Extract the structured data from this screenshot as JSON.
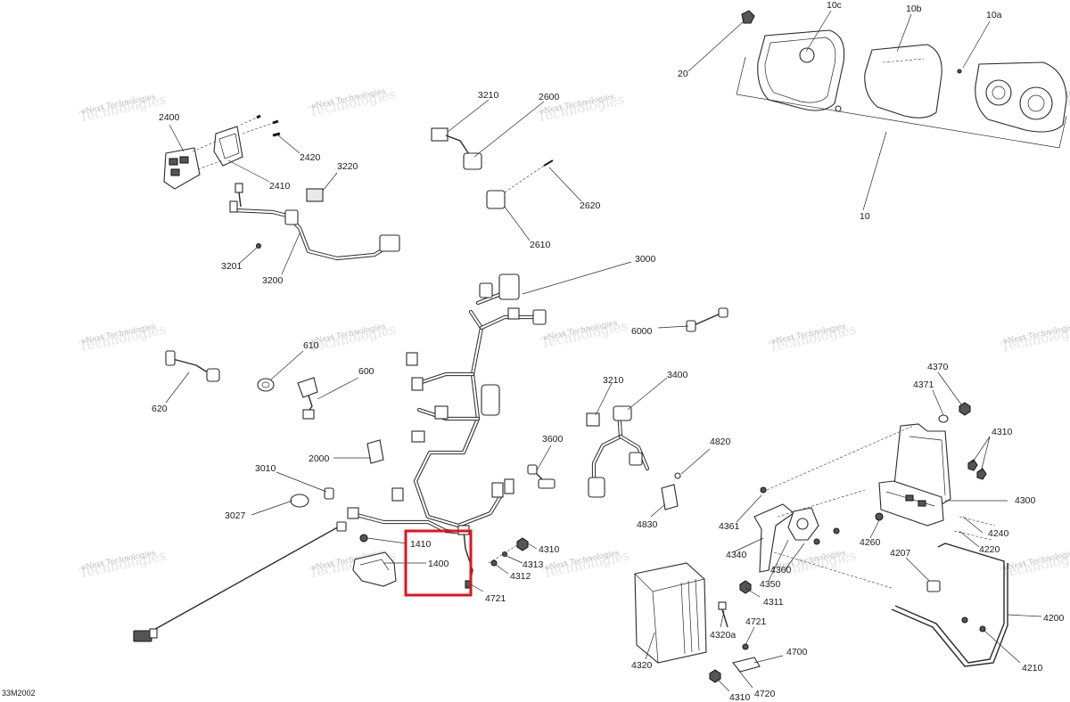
{
  "figure_code": "33M2002",
  "highlight_color": "#e0141e",
  "watermark": {
    "line1": "vNext Technologies",
    "line2": "Technologies"
  },
  "callouts": [
    {
      "id": "10c",
      "text": "10c"
    },
    {
      "id": "10b",
      "text": "10b"
    },
    {
      "id": "10a",
      "text": "10a"
    },
    {
      "id": "20",
      "text": "20"
    },
    {
      "id": "10",
      "text": "10"
    },
    {
      "id": "2400",
      "text": "2400"
    },
    {
      "id": "2420",
      "text": "2420"
    },
    {
      "id": "2410",
      "text": "2410"
    },
    {
      "id": "3220",
      "text": "3220"
    },
    {
      "id": "3201",
      "text": "3201"
    },
    {
      "id": "3200",
      "text": "3200"
    },
    {
      "id": "3210a",
      "text": "3210"
    },
    {
      "id": "2600",
      "text": "2600"
    },
    {
      "id": "2620",
      "text": "2620"
    },
    {
      "id": "2610",
      "text": "2610"
    },
    {
      "id": "3000",
      "text": "3000"
    },
    {
      "id": "6000",
      "text": "6000"
    },
    {
      "id": "610",
      "text": "610"
    },
    {
      "id": "600",
      "text": "600"
    },
    {
      "id": "620",
      "text": "620"
    },
    {
      "id": "3210b",
      "text": "3210"
    },
    {
      "id": "3400",
      "text": "3400"
    },
    {
      "id": "4370",
      "text": "4370"
    },
    {
      "id": "4371",
      "text": "4371"
    },
    {
      "id": "4310a",
      "text": "4310"
    },
    {
      "id": "2000",
      "text": "2000"
    },
    {
      "id": "3600",
      "text": "3600"
    },
    {
      "id": "4820",
      "text": "4820"
    },
    {
      "id": "3010",
      "text": "3010"
    },
    {
      "id": "4300",
      "text": "4300"
    },
    {
      "id": "3027",
      "text": "3027"
    },
    {
      "id": "4830",
      "text": "4830"
    },
    {
      "id": "4361",
      "text": "4361"
    },
    {
      "id": "4240",
      "text": "4240"
    },
    {
      "id": "4260",
      "text": "4260"
    },
    {
      "id": "4220",
      "text": "4220"
    },
    {
      "id": "1410",
      "text": "1410"
    },
    {
      "id": "4310b",
      "text": "4310"
    },
    {
      "id": "1400",
      "text": "1400"
    },
    {
      "id": "4313",
      "text": "4313"
    },
    {
      "id": "4312",
      "text": "4312"
    },
    {
      "id": "4340",
      "text": "4340"
    },
    {
      "id": "4360",
      "text": "4360"
    },
    {
      "id": "4207",
      "text": "4207"
    },
    {
      "id": "4350",
      "text": "4350"
    },
    {
      "id": "4721a",
      "text": "4721"
    },
    {
      "id": "4311",
      "text": "4311"
    },
    {
      "id": "4200",
      "text": "4200"
    },
    {
      "id": "4721b",
      "text": "4721"
    },
    {
      "id": "4320a",
      "text": "4320a"
    },
    {
      "id": "4700",
      "text": "4700"
    },
    {
      "id": "4320",
      "text": "4320"
    },
    {
      "id": "4210",
      "text": "4210"
    },
    {
      "id": "4720",
      "text": "4720"
    },
    {
      "id": "4310c",
      "text": "4310"
    }
  ]
}
